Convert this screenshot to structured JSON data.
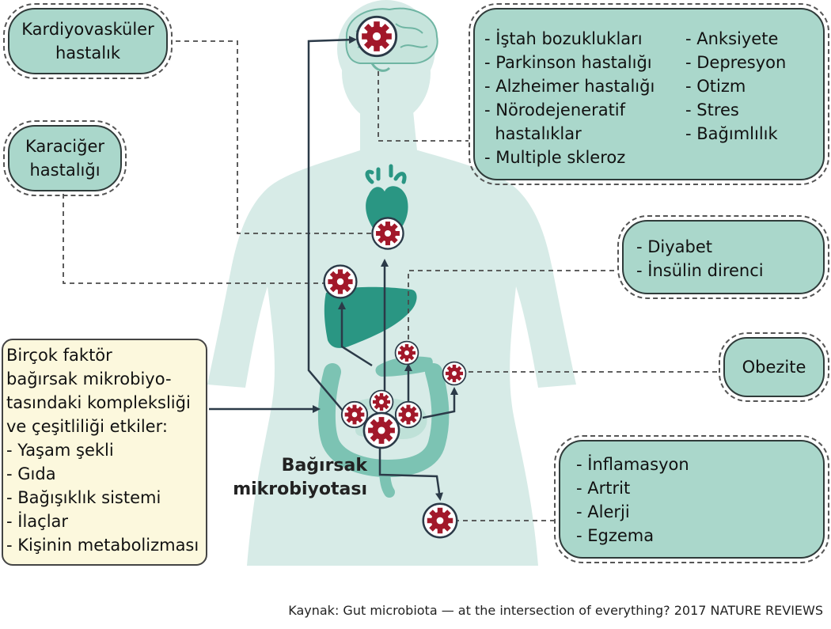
{
  "colors": {
    "body": "#d7ebe7",
    "organ": "#5fb3a0",
    "box_fill": "#aad7cb",
    "factor_fill": "#fcf8dd",
    "gear": "#a2182a",
    "arrow": "#2b3a48"
  },
  "boxes": {
    "cardio": [
      "Kardiyovasküler",
      "hastalık"
    ],
    "liver": [
      "Karaciğer",
      "hastalığı"
    ],
    "brain_left": [
      "- İştah bozuklukları",
      "- Parkinson hastalığı",
      "- Alzheimer hastalığı",
      "- Nörodejeneratif",
      "  hastalıklar",
      "- Multiple skleroz"
    ],
    "brain_right": [
      "- Anksiyete",
      "- Depresyon",
      "- Otizm",
      "- Stres",
      "- Bağımlılık"
    ],
    "diabetes": [
      "- Diyabet",
      "- İnsülin direnci"
    ],
    "obesity": [
      "Obezite"
    ],
    "inflammation": [
      "- İnflamasyon",
      "- Artrit",
      "- Alerji",
      "- Egzema"
    ]
  },
  "factors": [
    "Birçok faktör",
    "bağırsak mikrobiyo-",
    "tasındaki kompleksliği",
    "ve çeşitliliği etkiler:",
    "- Yaşam şekli",
    "- Gıda",
    "- Bağışıklık sistemi",
    "- İlaçlar",
    "- Kişinin metabolizması"
  ],
  "microbiota_label": [
    "Bağırsak",
    "mikrobiyotası"
  ],
  "source": "Kaynak: Gut microbiota — at the intersection of everything? 2017 NATURE REVIEWS",
  "icons": {
    "gear": "gear-icon",
    "brain": "brain-icon",
    "heart": "heart-icon",
    "liver": "liver-icon",
    "intestine": "intestine-icon"
  }
}
